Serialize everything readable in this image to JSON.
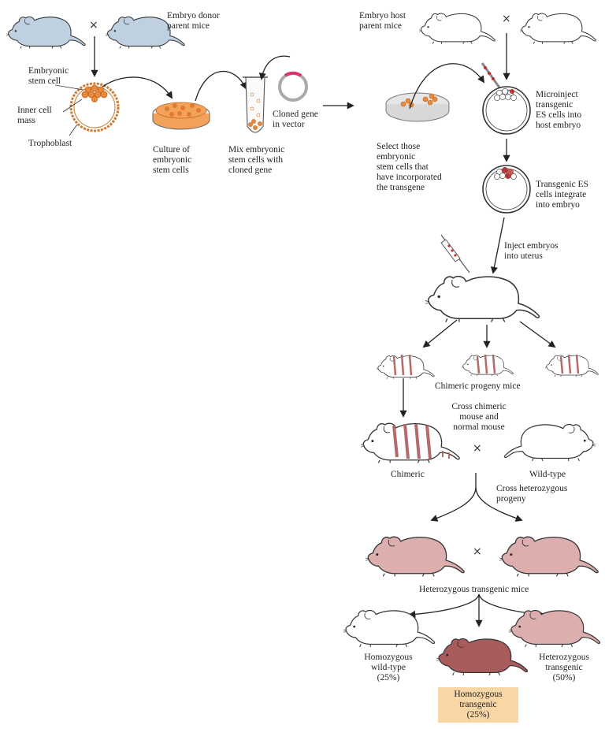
{
  "labels": {
    "embryo_donor": "Embryo donor\nparent mice",
    "embryonic_stem_cell": "Embryonic\nstem cell",
    "inner_cell_mass": "Inner cell\nmass",
    "trophoblast": "Trophoblast",
    "culture": "Culture of\nembryonic\nstem cells",
    "mix": "Mix embryonic\nstem cells with\ncloned gene",
    "cloned_gene": "Cloned gene\nin vector",
    "embryo_host": "Embryo host\nparent mice",
    "select": "Select those\nembryonic\nstem cells that\nhave incorporated\nthe transgene",
    "microinject": "Microinject\ntransgenic\nES cells into\nhost embryo",
    "integrate": "Transgenic ES\ncells integrate\ninto embryo",
    "inject_uterus": "Inject embryos\ninto uterus",
    "chimeric_progeny": "Chimeric progeny mice",
    "cross_chimeric": "Cross chimeric\nmouse and\nnormal mouse",
    "chimeric": "Chimeric",
    "wild_type": "Wild-type",
    "cross_hetero": "Cross heterozygous\nprogeny",
    "hetero_mice": "Heterozygous transgenic mice",
    "homo_wild": "Homozygous\nwild-type\n(25%)",
    "hetero_transgenic": "Heterozygous\ntransgenic\n(50%)",
    "homo_transgenic": "Homozygous\ntransgenic\n(25%)",
    "cross_symbol": "×"
  },
  "colors": {
    "donor_mouse": "#bfd1e0",
    "host_mouse": "#ffffff",
    "hetero_mouse": "#dcaeae",
    "homo_transgenic_mouse": "#a85b5b",
    "stripe": "#b36a6a",
    "cells": "#e88a3c",
    "cell_outline": "#c2661f",
    "highlight": "#f9d6a6",
    "vector": "#e0336b"
  }
}
